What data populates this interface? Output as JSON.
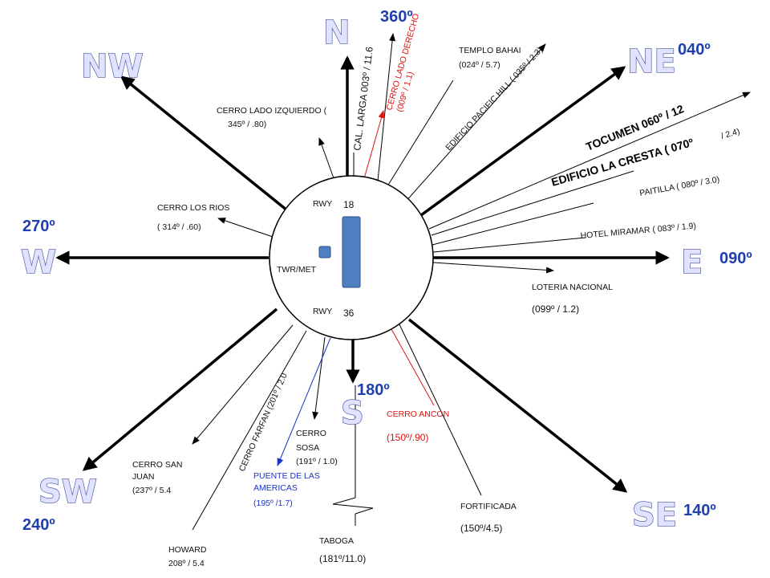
{
  "cardinals": {
    "n": "N",
    "ne": "NE",
    "e": "E",
    "se": "SE",
    "s": "S",
    "sw": "SW",
    "w": "W",
    "nw": "NW"
  },
  "degrees": {
    "n": "360º",
    "ne": "040º",
    "e": "090º",
    "se": "140º",
    "s": "180º",
    "sw": "240º",
    "w": "270º"
  },
  "station": {
    "rwy_top": "RWY",
    "rwy_top_num": "18",
    "rwy_bottom": "RWY",
    "rwy_bottom_num": "36",
    "tower": "TWR/MET"
  },
  "landmarks": {
    "cal_larga": "CAL. LARGA 003º / 11.6",
    "cerro_lado_derecho_1": "CERRO LADO DERECHO",
    "cerro_lado_derecho_2": "(009º / 1.1)",
    "templo_bahai_1": "TEMPLO BAHAI",
    "templo_bahai_2": "(024º / 5.7)",
    "pacific_hill": "EDIFICIO PACIFIC HILL ( 035º / 2.3)",
    "tocumen": "TOCUMEN 060º / 12",
    "la_cresta_name": "EDIFICIO LA CRESTA ( 070º",
    "la_cresta_val": "/ 2.4)",
    "paitilla": "PAITILLA ( 080º / 3.0)",
    "hotel_miramar": "HOTEL MIRAMAR ( 083º / 1.9)",
    "loteria_1": "LOTERIA NACIONAL",
    "loteria_2": "(099º / 1.2)",
    "cerro_izquierdo_1": "CERRO LADO IZQUIERDO (",
    "cerro_izquierdo_2": "345º / .80)",
    "cerro_los_rios_1": "CERRO LOS RIOS",
    "cerro_los_rios_2": "( 314º / .60)",
    "cerro_ancon_1": "CERRO ANCON",
    "cerro_ancon_2": "(150º/.90)",
    "fortificada_1": "FORTIFICADA",
    "fortificada_2": "(150º/4.5)",
    "taboga_1": "TABOGA",
    "taboga_2": "(181º/11.0)",
    "cerro_sosa_1": "CERRO",
    "cerro_sosa_2": "SOSA",
    "cerro_sosa_3": "(191º / 1.0)",
    "puente_1": "PUENTE DE LAS",
    "puente_2": "AMERICAS",
    "puente_3": "(195º /1.7)",
    "cerro_farfan": "CERRO FARFAN (201º / 2.0",
    "cerro_san_juan_1": "CERRO SAN",
    "cerro_san_juan_2": "JUAN",
    "cerro_san_juan_3": "(237º / 5.4",
    "howard_1": "HOWARD",
    "howard_2": "208º / 5.4"
  },
  "colors": {
    "line": "#000000",
    "red": "#e01010",
    "blue": "#1a33c8",
    "runway": "#4f7fc0",
    "degree_text": "#1f3fae"
  }
}
